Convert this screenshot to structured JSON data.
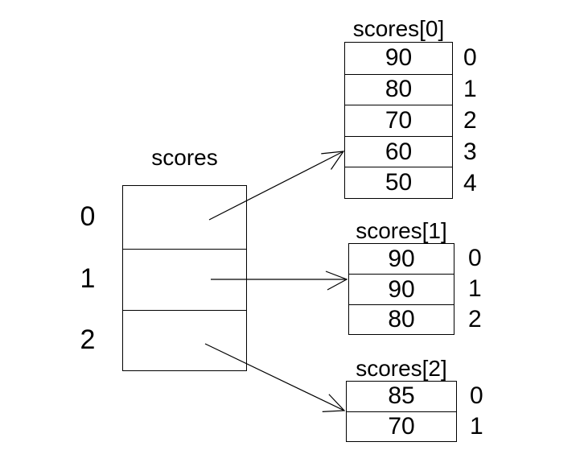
{
  "diagram": {
    "description": "Jagged array diagram: scores is an array of 3 references, each pointing to a sub-array of score values",
    "background_color": "#ffffff",
    "line_color": "#000000",
    "text_color": "#000000",
    "main_array": {
      "title": "scores",
      "indices": [
        "0",
        "1",
        "2"
      ]
    },
    "sub_arrays": [
      {
        "title": "scores[0]",
        "values": [
          "90",
          "80",
          "70",
          "60",
          "50"
        ],
        "indices": [
          "0",
          "1",
          "2",
          "3",
          "4"
        ]
      },
      {
        "title": "scores[1]",
        "values": [
          "90",
          "90",
          "80"
        ],
        "indices": [
          "0",
          "1",
          "2"
        ]
      },
      {
        "title": "scores[2]",
        "values": [
          "85",
          "70"
        ],
        "indices": [
          "0",
          "1"
        ]
      }
    ],
    "arrows": [
      {
        "from": "scores slot 0",
        "to": "scores[0] table"
      },
      {
        "from": "scores slot 1",
        "to": "scores[1] table"
      },
      {
        "from": "scores slot 2",
        "to": "scores[2] table"
      }
    ]
  }
}
